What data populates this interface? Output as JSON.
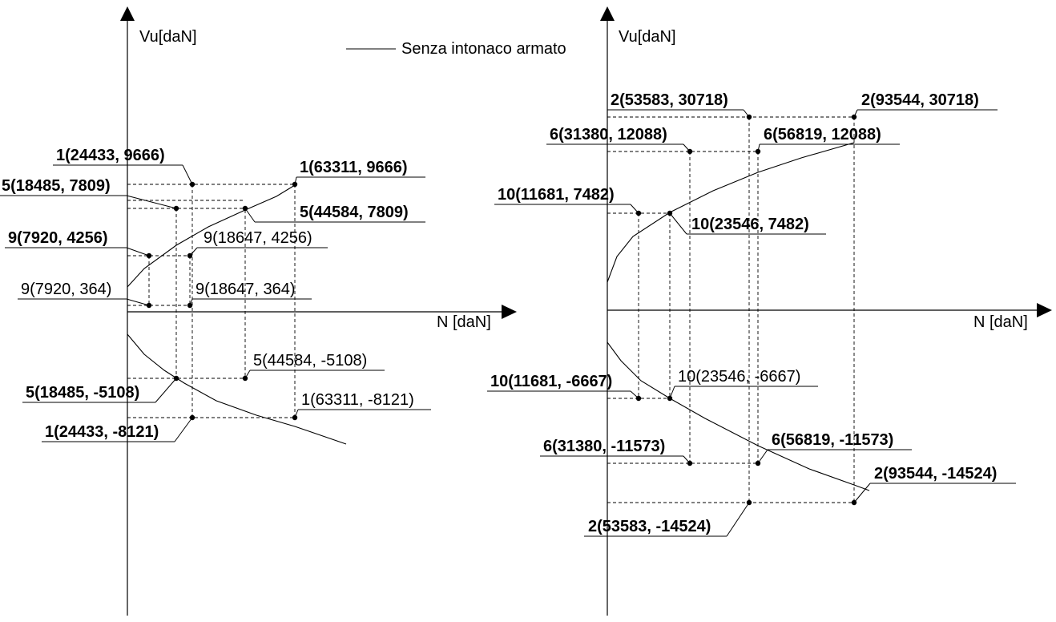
{
  "chart_data": [
    {
      "type": "scatter",
      "title": "",
      "xlabel": "N [daN]",
      "ylabel": "Vu[daN]",
      "legend": {
        "entries": [
          "Senza intonaco armato"
        ],
        "placement": "top"
      },
      "grid": false,
      "series": [
        {
          "name": "Senza intonaco armato",
          "kind": "curve"
        }
      ],
      "points": [
        {
          "label": "1(24433, 9666)",
          "x": 24433,
          "y": 9666,
          "bold": true
        },
        {
          "label": "1(63311, 9666)",
          "x": 63311,
          "y": 9666,
          "bold": true
        },
        {
          "label": "5(18485, 7809)",
          "x": 18485,
          "y": 7809,
          "bold": true
        },
        {
          "label": "5(44584, 7809)",
          "x": 44584,
          "y": 7809,
          "bold": true
        },
        {
          "label": "9(7920, 4256)",
          "x": 7920,
          "y": 4256,
          "bold": true
        },
        {
          "label": "9(18647, 4256)",
          "x": 18647,
          "y": 4256,
          "bold": false
        },
        {
          "label": "9(7920, 364)",
          "x": 7920,
          "y": 364,
          "bold": false
        },
        {
          "label": "9(18647, 364)",
          "x": 18647,
          "y": 364,
          "bold": false
        },
        {
          "label": "5(44584, -5108)",
          "x": 44584,
          "y": -5108,
          "bold": false
        },
        {
          "label": "5(18485, -5108)",
          "x": 18485,
          "y": -5108,
          "bold": true
        },
        {
          "label": "1(63311, -8121)",
          "x": 63311,
          "y": -8121,
          "bold": false
        },
        {
          "label": "1(24433, -8121)",
          "x": 24433,
          "y": -8121,
          "bold": true
        }
      ]
    },
    {
      "type": "scatter",
      "title": "",
      "xlabel": "N [daN]",
      "ylabel": "Vu[daN]",
      "grid": false,
      "points": [
        {
          "label": "2(53583, 30718)",
          "x": 53583,
          "y": 30718,
          "bold": true
        },
        {
          "label": "2(93544, 30718)",
          "x": 93544,
          "y": 30718,
          "bold": true
        },
        {
          "label": "6(31380, 12088)",
          "x": 31380,
          "y": 12088,
          "bold": true
        },
        {
          "label": "6(56819, 12088)",
          "x": 56819,
          "y": 12088,
          "bold": true
        },
        {
          "label": "10(11681, 7482)",
          "x": 11681,
          "y": 7482,
          "bold": true
        },
        {
          "label": "10(23546, 7482)",
          "x": 23546,
          "y": 7482,
          "bold": true
        },
        {
          "label": "10(11681, -6667)",
          "x": 11681,
          "y": -6667,
          "bold": true
        },
        {
          "label": "10(23546, -6667)",
          "x": 23546,
          "y": -6667,
          "bold": false
        },
        {
          "label": "6(31380, -11573)",
          "x": 31380,
          "y": -11573,
          "bold": true
        },
        {
          "label": "6(56819, -11573)",
          "x": 56819,
          "y": -11573,
          "bold": true
        },
        {
          "label": "2(93544, -14524)",
          "x": 93544,
          "y": -14524,
          "bold": true
        },
        {
          "label": "2(53583, -14524)",
          "x": 53583,
          "y": -14524,
          "bold": true
        }
      ]
    }
  ]
}
